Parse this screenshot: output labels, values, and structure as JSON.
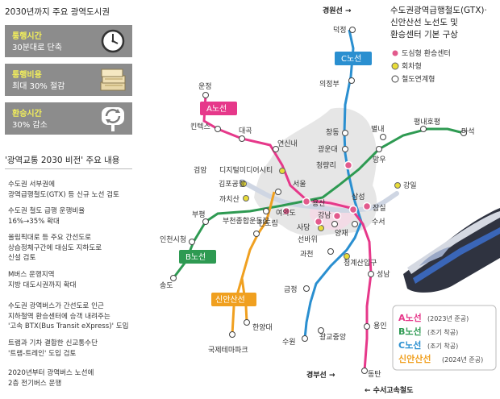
{
  "panel": {
    "title": "2030년까지 주요 광역도시권",
    "benefits": [
      {
        "title": "통행시간",
        "sub": "30분대로 단축",
        "icon": "clock-icon"
      },
      {
        "title": "통행비용",
        "sub": "최대 30% 절감",
        "icon": "money-stack-icon"
      },
      {
        "title": "환승시간",
        "sub": "30% 감소",
        "icon": "transfer-cycle-icon"
      }
    ],
    "vision_title": "'광역교통 2030 비전' 주요 내용",
    "vision_items": [
      [
        "수도권 서부권에",
        "광역급행철도(GTX) 등 신규 노선 검토"
      ],
      [
        "수도권 철도 급행 운행비율",
        "16%→35% 확대"
      ],
      [
        "올림픽대로 등 주요 간선도로",
        "상습정체구간에 대심도 지하도로",
        "신설 검토"
      ],
      [
        "M버스 운행지역",
        "지방 대도시권까지 확대"
      ],
      [
        "수도권 광역버스가 간선도로 인근",
        "지하철역 환승센터에 승객 내려주는",
        "'고속 BTX(Bus Transit eXpress)' 도입"
      ],
      [
        "트램과 기차 결합한 신교통수단",
        "'트램-트레인' 도입 검토"
      ],
      [
        "2020년부터 광역버스 노선에",
        "2층 전기버스 운행"
      ]
    ]
  },
  "map": {
    "title_lines": [
      "수도권광역급행철도(GTX)·",
      "신안산선 노선도 및",
      "환승센터 기본 구상"
    ],
    "legend": [
      {
        "label": "도심형 환승센터",
        "color": "#e25a8c"
      },
      {
        "label": "회차형",
        "color": "#e8dc38"
      },
      {
        "label": "철도연계형",
        "color": "#ffffff"
      }
    ],
    "line_legend": [
      {
        "name": "A노선",
        "note": "(2023년 준공)",
        "color": "#e6388a"
      },
      {
        "name": "B노선",
        "note": "(조기 착공)",
        "color": "#2e9a52"
      },
      {
        "name": "C노선",
        "note": "(조기 착공)",
        "color": "#2a8fd0"
      },
      {
        "name": "신안산선",
        "note": "(2024년 준공)",
        "color": "#f0a020"
      }
    ],
    "line_badges": {
      "a": "A노선",
      "b": "B노선",
      "c": "C노선",
      "sinansan": "신안산선"
    },
    "arrows": {
      "gyeongwon": "경원선 →",
      "gyeongbu": "경부선 →",
      "suseo": "← 수서고속철도"
    },
    "stations": {
      "deokjeong": "덕정",
      "uijeongbu": "의정부",
      "changdong": "창동",
      "gwangundae": "광운대",
      "cheongnyangni": "청량리",
      "mangu": "망우",
      "byeollae": "별내",
      "pyeongnaehopyeong": "평내호평",
      "maseok": "마석",
      "unjeong": "운정",
      "kintex": "킨텍스",
      "daegok": "대곡",
      "yeonsinnae": "연신내",
      "dmc": "디지털미디어시티",
      "seoul": "서울",
      "yongsan": "용산",
      "yeouido": "여의도",
      "gimpoairport": "김포공항",
      "geomdan": "검암",
      "gyesan": "까치산",
      "bupyeong": "부평",
      "bucheon": "부천종합운동장",
      "sindorim": "신도림",
      "incheoncityhall": "인천시청",
      "songdo": "송도",
      "samseong": "삼성",
      "jamsil": "잠실",
      "gangnam": "강남",
      "suseo": "수서",
      "sadang": "사당",
      "yangjae": "양재",
      "seonbawi": "선바위",
      "gwacheon": "과천",
      "cheonggyesan": "청계산입구",
      "seongnam": "성남",
      "gangil": "강일",
      "geumjeong": "금정",
      "hanyangdae": "한양대",
      "gukjetemapark": "국제테마파크",
      "suwon": "수원",
      "gwanggyojungang": "광교중앙",
      "yongin": "용인",
      "dongtan": "동탄"
    }
  }
}
